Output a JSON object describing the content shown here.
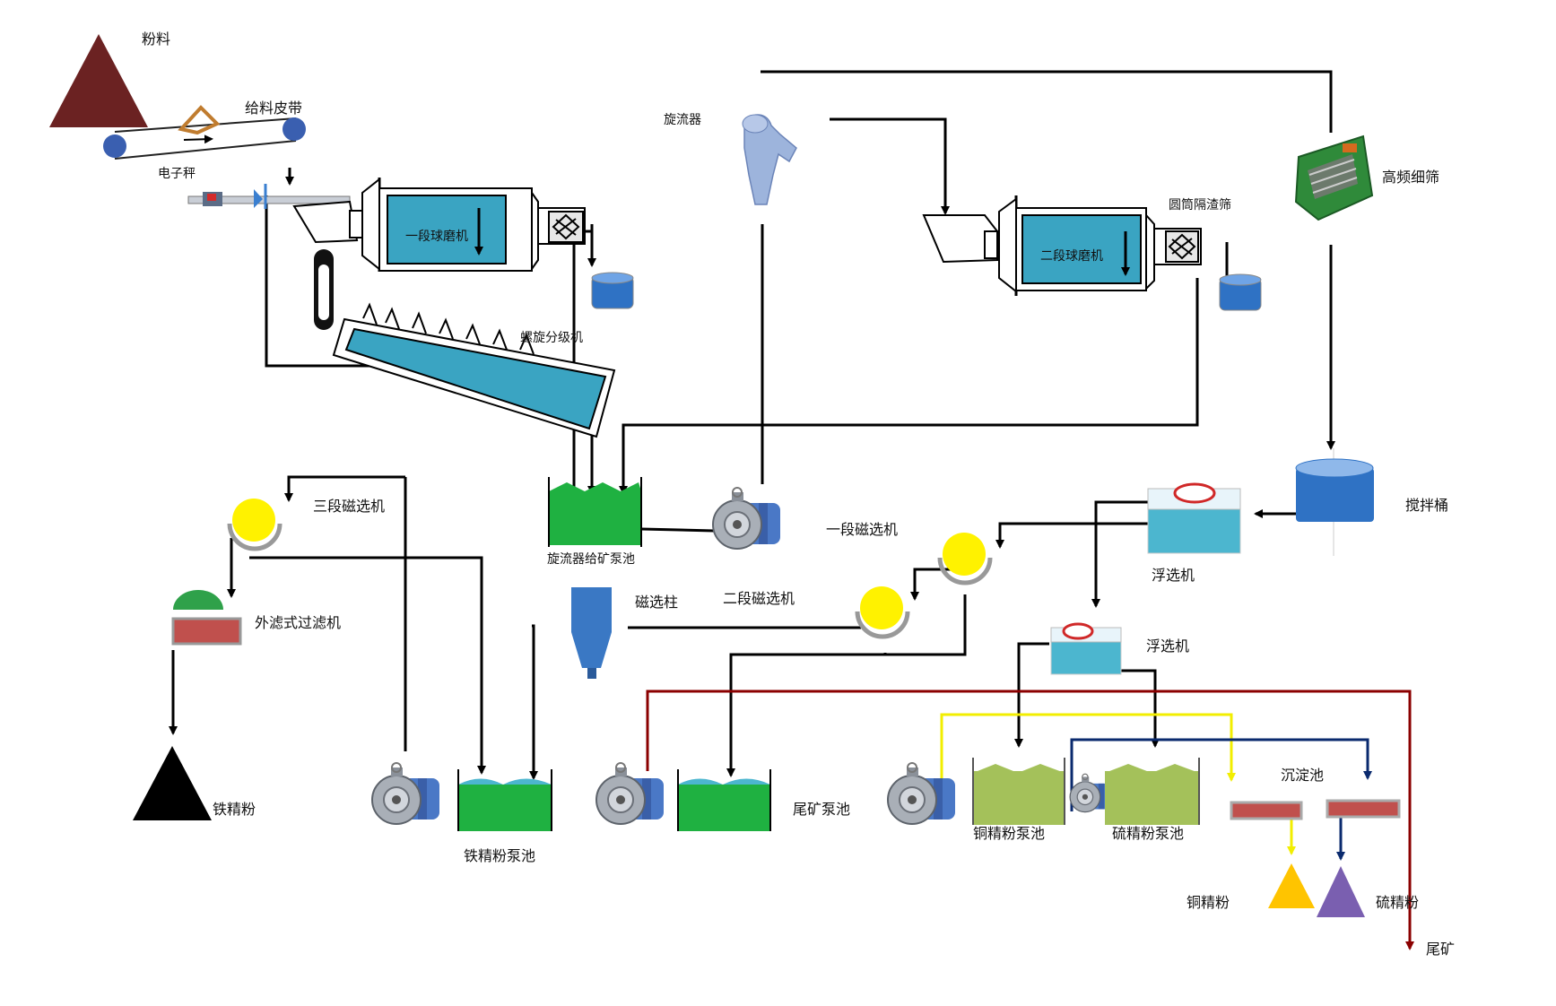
{
  "labels": {
    "powder": "粉料",
    "feed_belt": "给料皮带",
    "scale": "电子秤",
    "mill1": "一段球磨机",
    "mill2": "二段球磨机",
    "cyclone": "旋流器",
    "drum_screen": "圆筒隔渣筛",
    "hf_screen": "高频细筛",
    "spiral": "螺旋分级机",
    "cyclone_pool": "旋流器给矿泵池",
    "mag1": "一段磁选机",
    "mag2": "二段磁选机",
    "mag3": "三段磁选机",
    "mag_column": "磁选柱",
    "filter": "外滤式过滤机",
    "iron_powder": "铁精粉",
    "iron_pool": "铁精粉泵池",
    "tail_pool": "尾矿泵池",
    "agitator": "搅拌桶",
    "flot1": "浮选机",
    "flot2": "浮选机",
    "copper_pool": "铜精粉泵池",
    "sulfur_pool": "硫精粉泵池",
    "settling": "沉淀池",
    "copper_powder": "铜精粉",
    "sulfur_powder": "硫精粉",
    "tailings": "尾矿"
  },
  "colors": {
    "line_main": "#000000",
    "line_copper": "#f2ee00",
    "line_sulfur": "#0a2a6e",
    "line_tail": "#8b0000",
    "powder_pile": "#6b2222",
    "iron_pile": "#000000",
    "copper_pile": "#ffc400",
    "sulfur_pile": "#7a5fb0",
    "mill_body": "#3aa4c2",
    "pool_green": "#1fb141",
    "pool_olive": "#a4c15a",
    "flot_tank": "#4cb6cf",
    "magnet": "#fff200",
    "settle_bar": "#c0504d"
  },
  "icons": {
    "pump": "centrifugal-pump-icon",
    "cyclone": "hydrocyclone-icon",
    "screen": "high-frequency-screen-icon"
  }
}
